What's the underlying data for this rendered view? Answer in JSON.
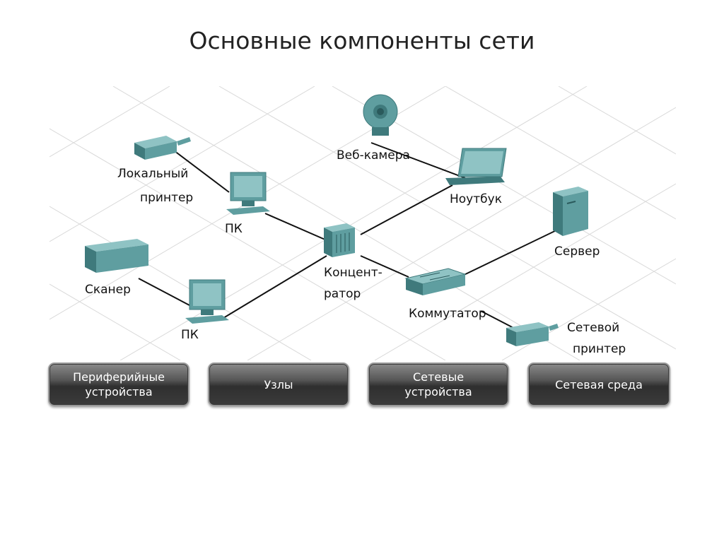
{
  "title": "Основные компоненты сети",
  "labels": {
    "local_printer_line1": "Локальный",
    "local_printer_line2": "принтер",
    "pc_top": "ПК",
    "webcam": "Веб-камера",
    "laptop": "Ноутбук",
    "hub_line1": "Концент-",
    "hub_line2": "ратор",
    "server": "Сервер",
    "scanner": "Сканер",
    "pc_bottom": "ПК",
    "switch": "Коммутатор",
    "net_printer_line1": "Сетевой",
    "net_printer_line2": "принтер"
  },
  "buttons": [
    {
      "line1": "Периферийные",
      "line2": "устройства"
    },
    {
      "line1": "Узлы",
      "line2": ""
    },
    {
      "line1": "Сетевые",
      "line2": "устройства"
    },
    {
      "line1": "Сетевая среда",
      "line2": ""
    }
  ],
  "colors": {
    "device": "#5f9ea0",
    "device_dark": "#3f7a7c",
    "device_light": "#8fc3c4",
    "cable": "#111111",
    "grid": "#d6d6d6"
  },
  "icons": [
    "printer-icon",
    "pc-icon",
    "webcam-icon",
    "laptop-icon",
    "hub-icon",
    "server-icon",
    "scanner-icon",
    "switch-icon",
    "network-printer-icon"
  ]
}
